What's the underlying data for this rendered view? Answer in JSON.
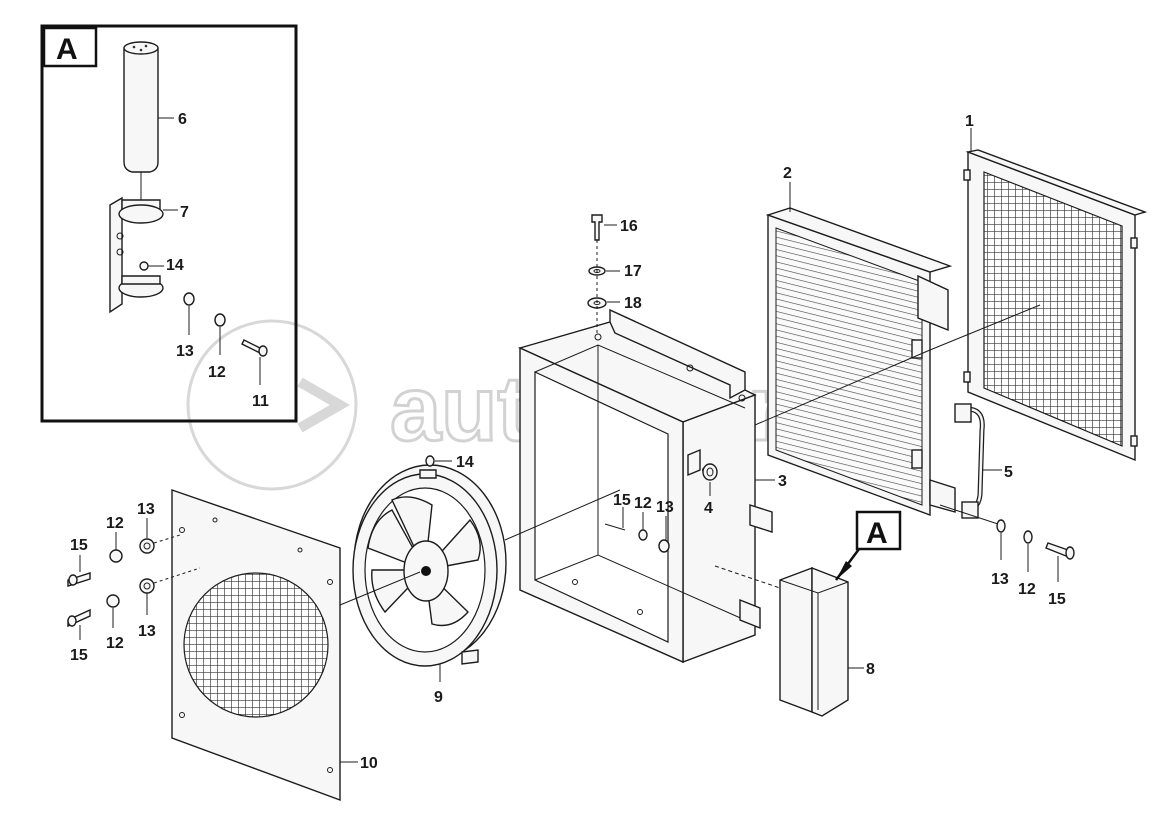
{
  "watermark": "autopiter.ru",
  "inset": {
    "letter": "A"
  },
  "callout": {
    "letter": "A"
  },
  "labels": {
    "p1": "1",
    "p2": "2",
    "p3": "3",
    "p4": "4",
    "p5": "5",
    "p6": "6",
    "p7": "7",
    "p8": "8",
    "p9": "9",
    "p10": "10",
    "i11": "11",
    "i12": "12",
    "i13": "13",
    "i14": "14",
    "p14": "14",
    "p15c": "15",
    "p12c": "12",
    "p13c": "13",
    "p16": "16",
    "p17": "17",
    "p18": "18",
    "l12a": "12",
    "l13a": "13",
    "l15a": "15",
    "l12b": "12",
    "l13b": "13",
    "l15b": "15",
    "r13": "13",
    "r12": "12",
    "r15": "15"
  }
}
